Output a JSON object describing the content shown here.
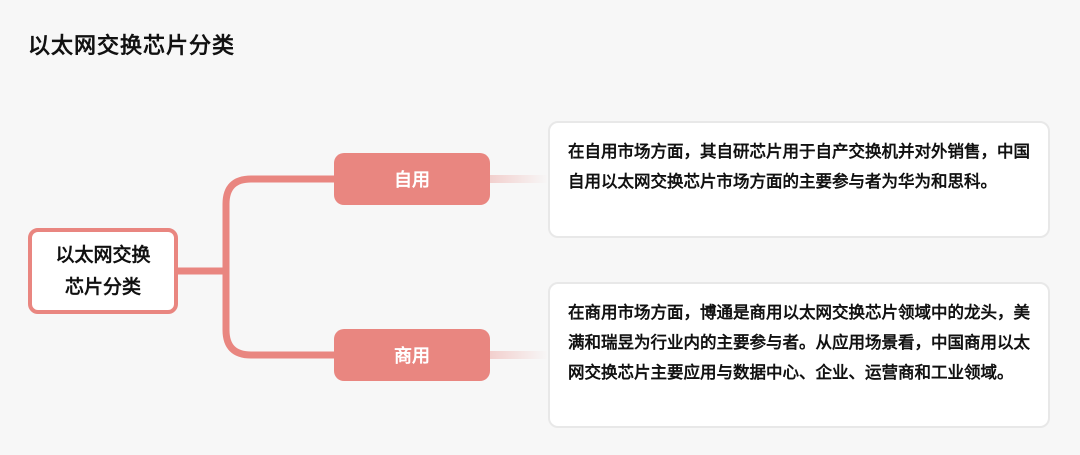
{
  "title": "以太网交换芯片分类",
  "diagram": {
    "root": {
      "label": "以太网交换芯片分类"
    },
    "branches": [
      {
        "label": "自用",
        "description": "在自用市场方面，其自研芯片用于自产交换机并对外销售，中国自用以太网交换芯片市场方面的主要参与者为华为和思科。"
      },
      {
        "label": "商用",
        "description": "在商用市场方面，博通是商用以太网交换芯片领域中的龙头，美满和瑞昱为行业内的主要参与者。从应用场景看，中国商用以太网交换芯片主要应用与数据中心、企业、运营商和工业领域。"
      }
    ],
    "colors": {
      "accent": "#e98680",
      "card_border": "#e8e8e8",
      "background": "#f7f7f7"
    }
  }
}
